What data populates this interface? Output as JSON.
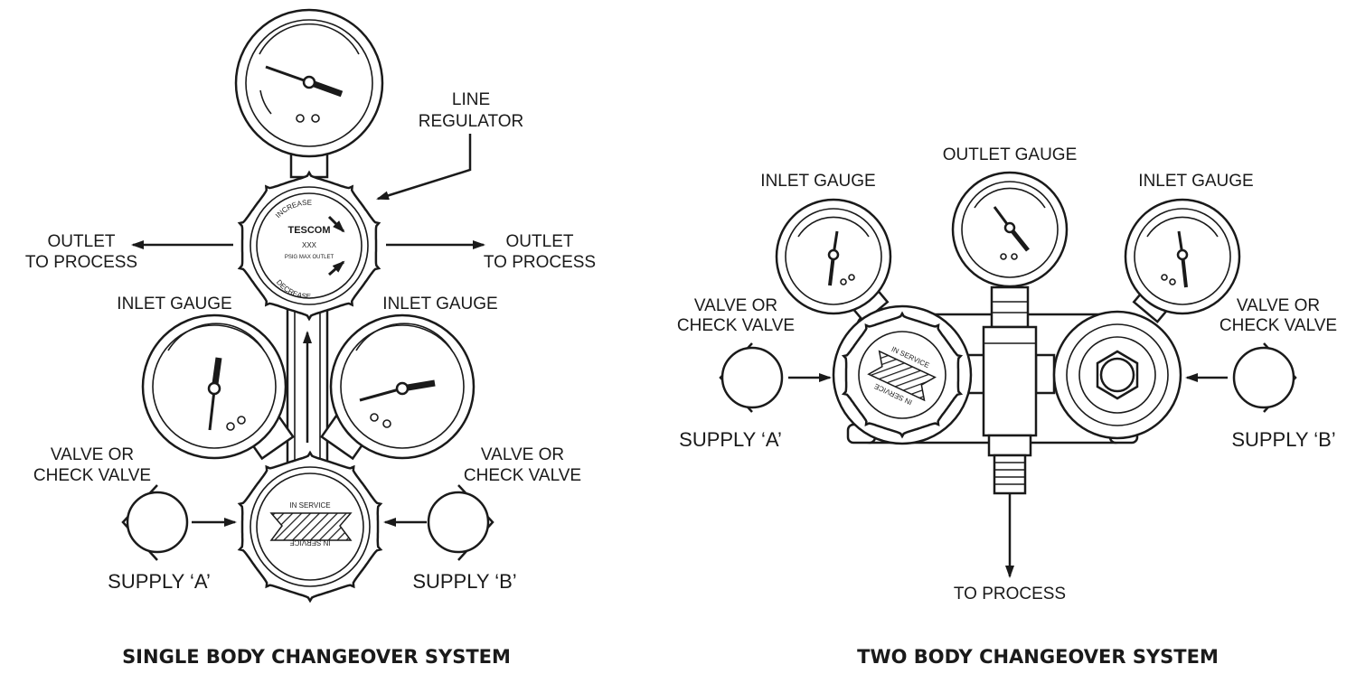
{
  "colors": {
    "ink": "#1a1a1a",
    "background": "#ffffff"
  },
  "left": {
    "title": "SINGLE BODY CHANGEOVER SYSTEM",
    "line_regulator": [
      "LINE",
      "REGULATOR"
    ],
    "outlet_left": [
      "OUTLET",
      "TO PROCESS"
    ],
    "outlet_right": [
      "OUTLET",
      "TO PROCESS"
    ],
    "inlet_gauge_left": "INLET GAUGE",
    "inlet_gauge_right": "INLET GAUGE",
    "valve_left": [
      "VALVE OR",
      "CHECK VALVE"
    ],
    "valve_right": [
      "VALVE OR",
      "CHECK VALVE"
    ],
    "supply_a": "SUPPLY ‘A’",
    "supply_b": "SUPPLY ‘B’",
    "regulator_face": {
      "increase": "INCREASE",
      "decrease": "DECREASE",
      "brand": "TESCOM",
      "model": "XXX",
      "sub": "PSIG MAX OUTLET"
    },
    "selector_face": {
      "in_service_top": "IN SERVICE",
      "in_service_bottom": "IN SERVICE"
    }
  },
  "right": {
    "title": "TWO BODY CHANGEOVER SYSTEM",
    "outlet_gauge": "OUTLET GAUGE",
    "inlet_gauge_left": "INLET GAUGE",
    "inlet_gauge_right": "INLET GAUGE",
    "valve_left": [
      "VALVE OR",
      "CHECK VALVE"
    ],
    "valve_right": [
      "VALVE OR",
      "CHECK VALVE"
    ],
    "supply_a": "SUPPLY ‘A’",
    "supply_b": "SUPPLY ‘B’",
    "to_process": "TO PROCESS",
    "knob_face": {
      "in_service_top": "IN SERVICE",
      "in_service_bottom": "IN SERVICE"
    }
  }
}
